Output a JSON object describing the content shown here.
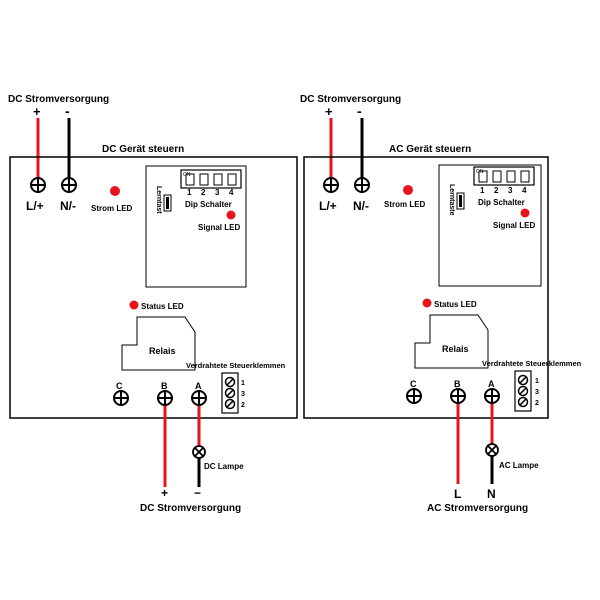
{
  "colors": {
    "positive_wire": "#e8141c",
    "negative_wire": "#000000",
    "led": "#e8141c",
    "outline": "#000000"
  },
  "left": {
    "supply_top_label": "DC Stromversorgung",
    "supply_top_plus": "+",
    "supply_top_minus": "-",
    "board_title": "DC Gerät steuern",
    "terminal_l": "L/+",
    "terminal_n": "N/-",
    "strom_led": "Strom LED",
    "lerntaste": "Lerntast",
    "dip_on": "ON",
    "dip_numbers": [
      "1",
      "2",
      "3",
      "4"
    ],
    "dip_label": "Dip Schalter",
    "signal_led": "Signal LED",
    "status_led": "Status LED",
    "relais": "Relais",
    "wired_terminals": "Verdrahtete Steuerklemmen",
    "terminal_numbers": [
      "1",
      "3",
      "2"
    ],
    "relay_c": "C",
    "relay_b": "B",
    "relay_a": "A",
    "lamp_label": "DC Lampe",
    "bottom_plus": "+",
    "bottom_minus": "−",
    "bottom_supply_label": "DC Stromversorgung"
  },
  "right": {
    "supply_top_label": "DC Stromversorgung",
    "supply_top_plus": "+",
    "supply_top_minus": "-",
    "board_title": "AC Gerät steuern",
    "terminal_l": "L/+",
    "terminal_n": "N/-",
    "strom_led": "Strom LED",
    "lerntaste": "Lerntaste",
    "dip_on": "ON",
    "dip_numbers": [
      "1",
      "2",
      "3",
      "4"
    ],
    "dip_label": "Dip Schalter",
    "signal_led": "Signal LED",
    "status_led": "Status LED",
    "relais": "Relais",
    "wired_terminals": "Verdrahtete Steuerklemmen",
    "terminal_numbers": [
      "1",
      "3",
      "2"
    ],
    "relay_c": "C",
    "relay_b": "B",
    "relay_a": "A",
    "lamp_label": "AC Lampe",
    "bottom_l": "L",
    "bottom_n": "N",
    "bottom_supply_label": "AC Stromversorgung"
  }
}
